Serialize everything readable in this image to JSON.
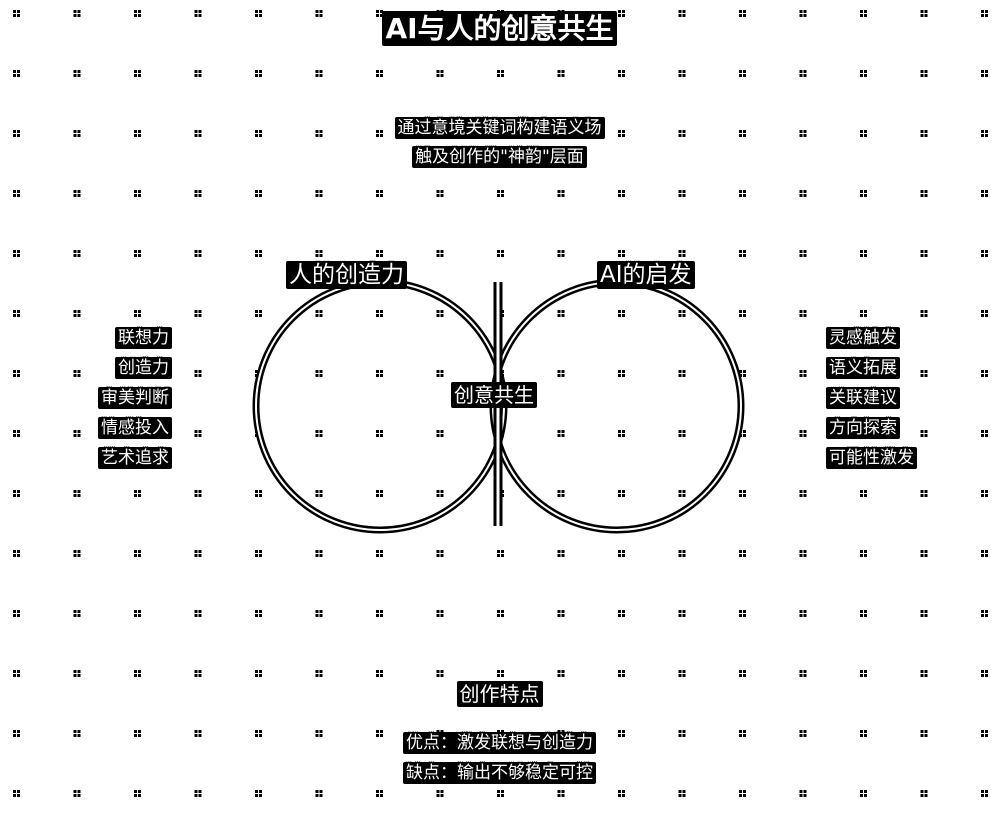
{
  "title": "AI与人的创意共生",
  "intro": {
    "line1": "通过意境关键词构建语义场",
    "line2": "触及创作的\"神韵\"层面"
  },
  "venn": {
    "left_label": "人的创造力",
    "right_label": "AI的启发",
    "center_label": "创意共生"
  },
  "human_traits": [
    "联想力",
    "创造力",
    "审美判断",
    "情感投入",
    "艺术追求"
  ],
  "ai_traits": [
    "灵感触发",
    "语义拓展",
    "关联建议",
    "方向探索",
    "可能性激发"
  ],
  "features": {
    "title": "创作特点",
    "pros": "优点：激发联想与创造力",
    "cons": "缺点：输出不够稳定可控"
  },
  "colors": {
    "background": "#ffffff",
    "stroke": "#000000",
    "text": "#ffffff",
    "dots": "#000000"
  }
}
